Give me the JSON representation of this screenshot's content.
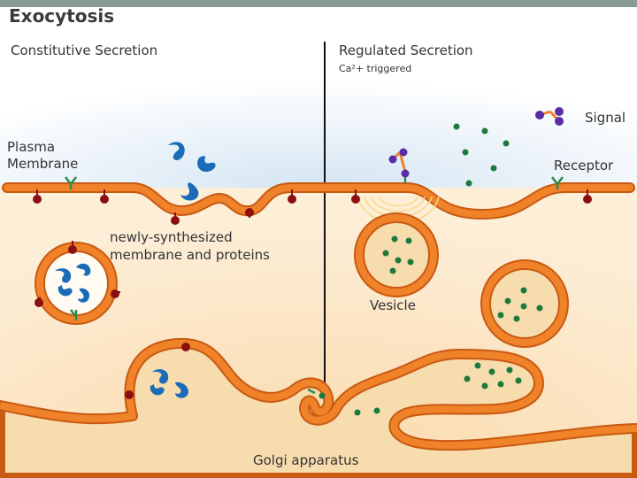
{
  "title": "Exocytosis",
  "left_panel": {
    "heading": "Constitutive Secretion",
    "plasma_membrane_label": [
      "Plasma",
      "Membrane"
    ],
    "newly_synthesized_label": [
      "newly-synthesized",
      "membrane and proteins"
    ]
  },
  "right_panel": {
    "heading": "Regulated Secretion",
    "subheading": "Ca²+ triggered",
    "signal_label": "Signal",
    "receptor_label": "Receptor",
    "vesicle_label": "Vesicle"
  },
  "golgi_label": "Golgi apparatus",
  "colors": {
    "membrane": "#f0822a",
    "membrane_edge": "#c85a12",
    "cytoplasm": "#fbe7c8",
    "extracellular": "#e4eef7",
    "protein": "#1a6cb8",
    "cargo": "#1e7a3c",
    "signal": "#5b2ca6",
    "receptor_left": "#8a1010",
    "receptor_green": "#2e8a4a"
  }
}
